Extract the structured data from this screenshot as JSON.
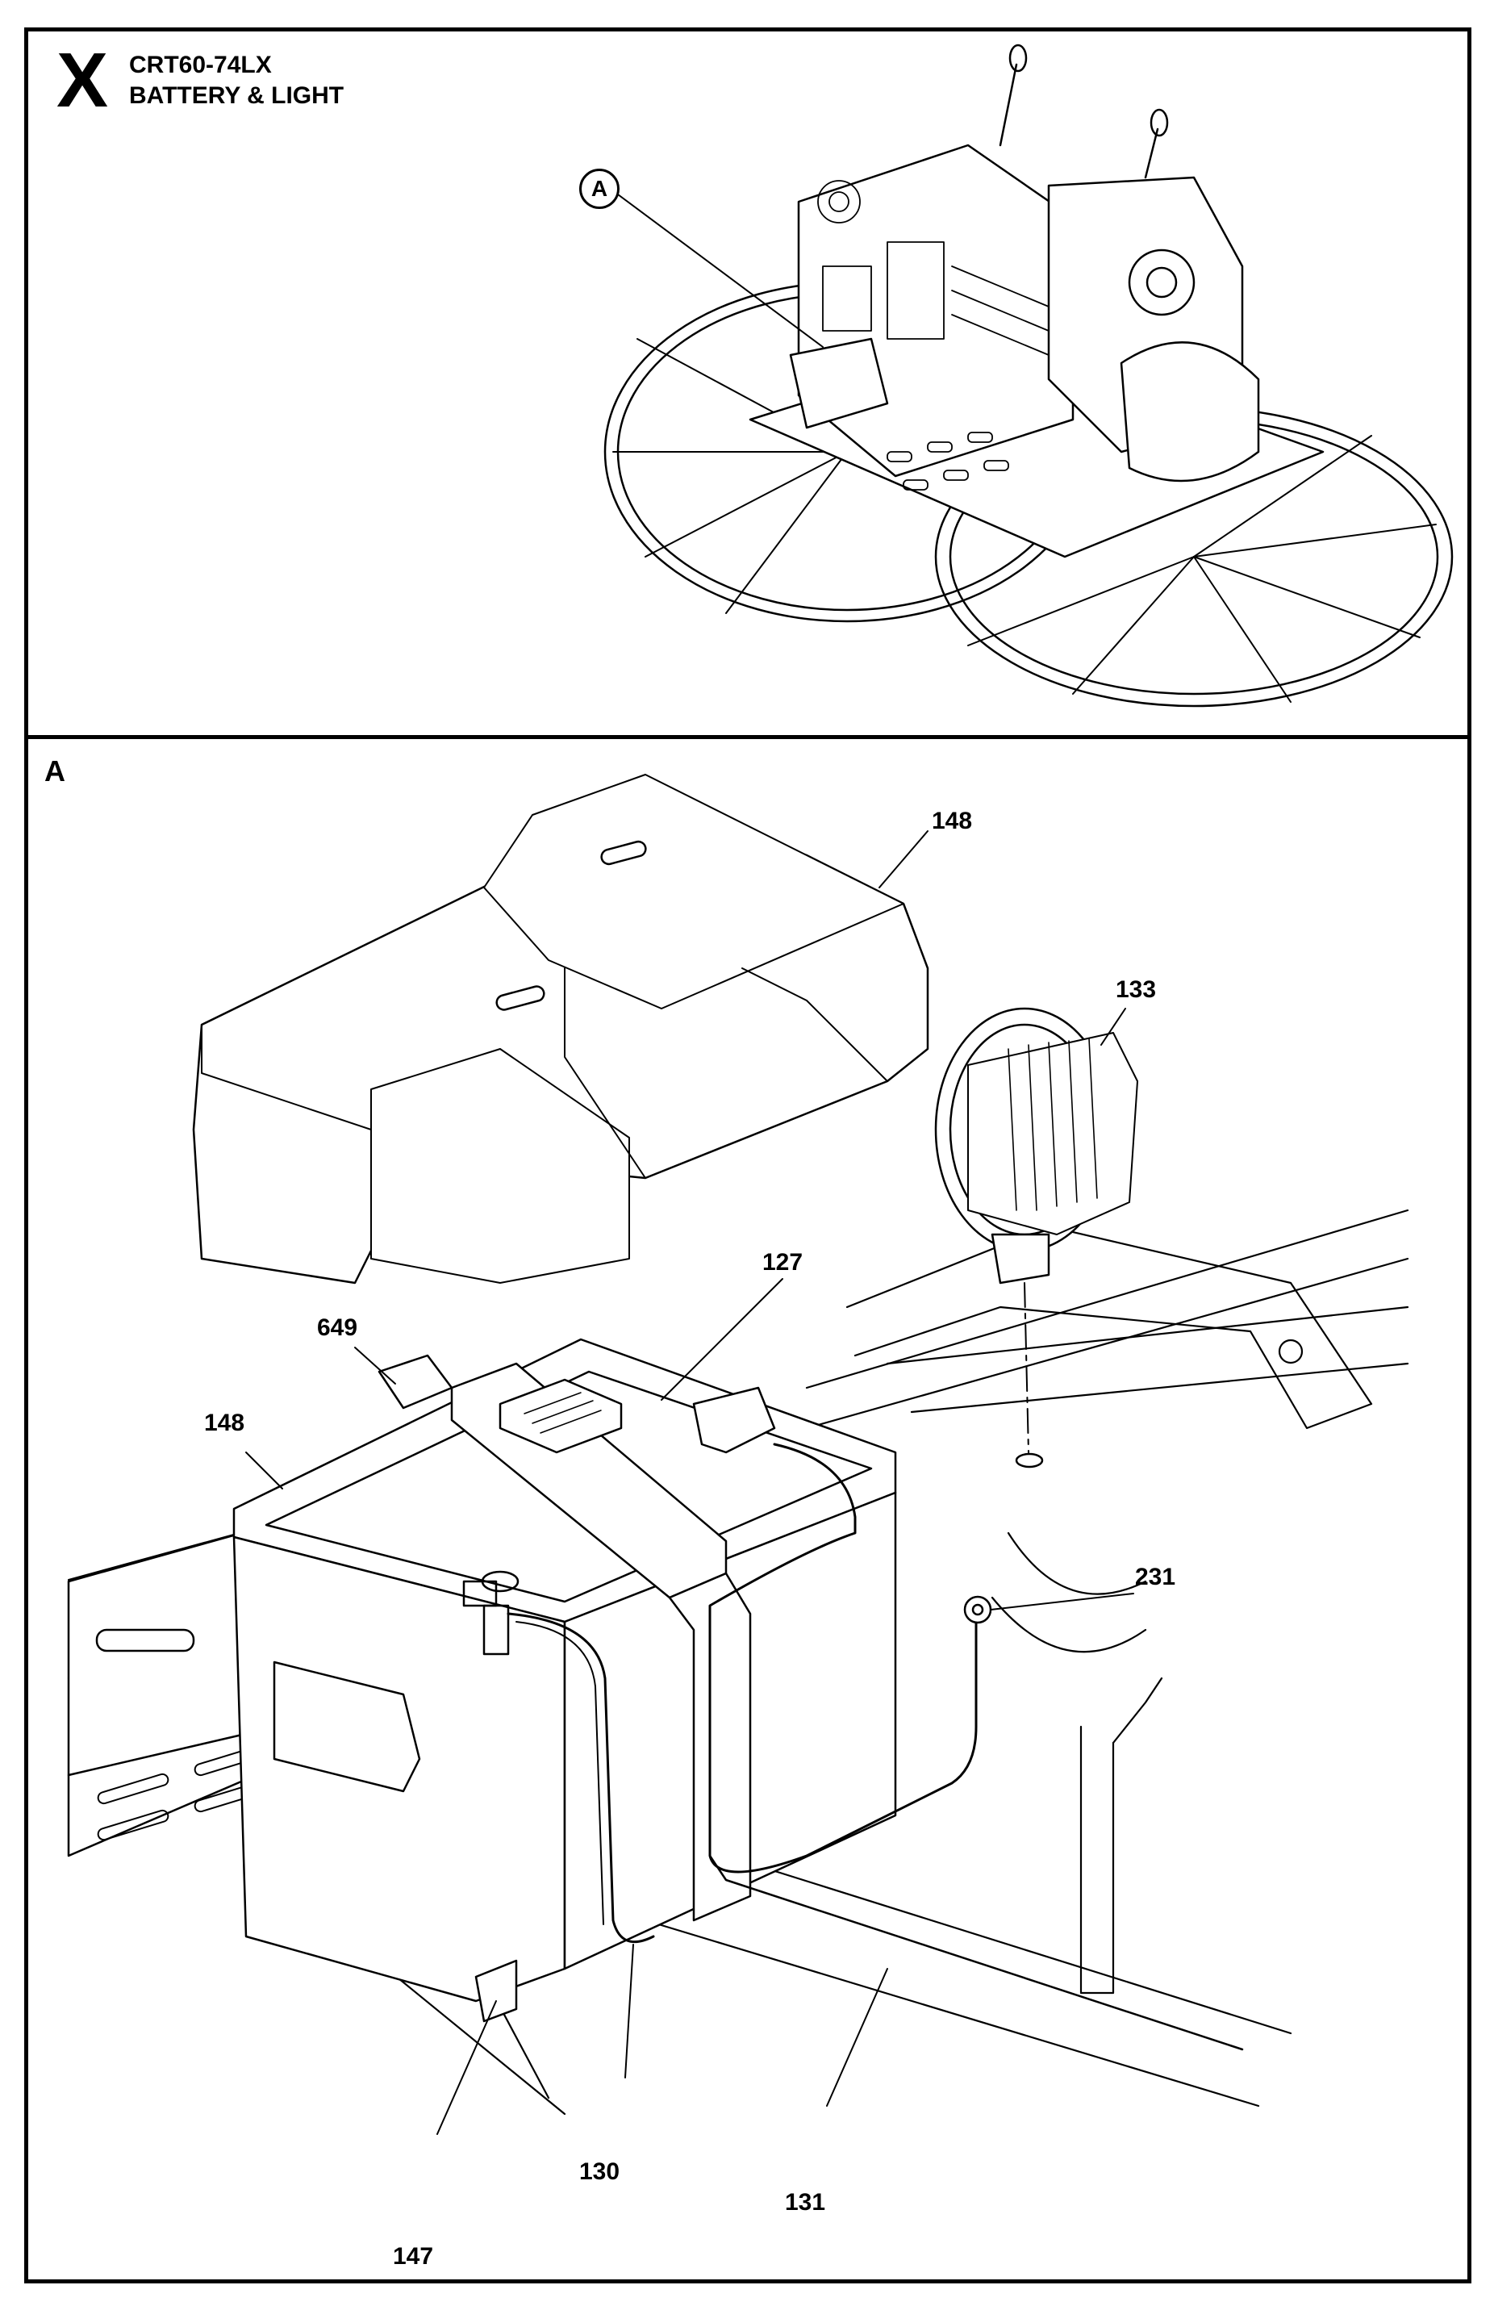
{
  "header": {
    "code_letter": "X",
    "model": "CRT60-74LX",
    "title": "BATTERY & LIGHT"
  },
  "overview": {
    "detail_marker": "A"
  },
  "detail": {
    "section_label": "A",
    "callouts": [
      {
        "id": "148-cover",
        "label": "148"
      },
      {
        "id": "133",
        "label": "133"
      },
      {
        "id": "127",
        "label": "127"
      },
      {
        "id": "649",
        "label": "649"
      },
      {
        "id": "148-box",
        "label": "148"
      },
      {
        "id": "231",
        "label": "231"
      },
      {
        "id": "130",
        "label": "130"
      },
      {
        "id": "131",
        "label": "131"
      },
      {
        "id": "147",
        "label": "147"
      }
    ]
  }
}
